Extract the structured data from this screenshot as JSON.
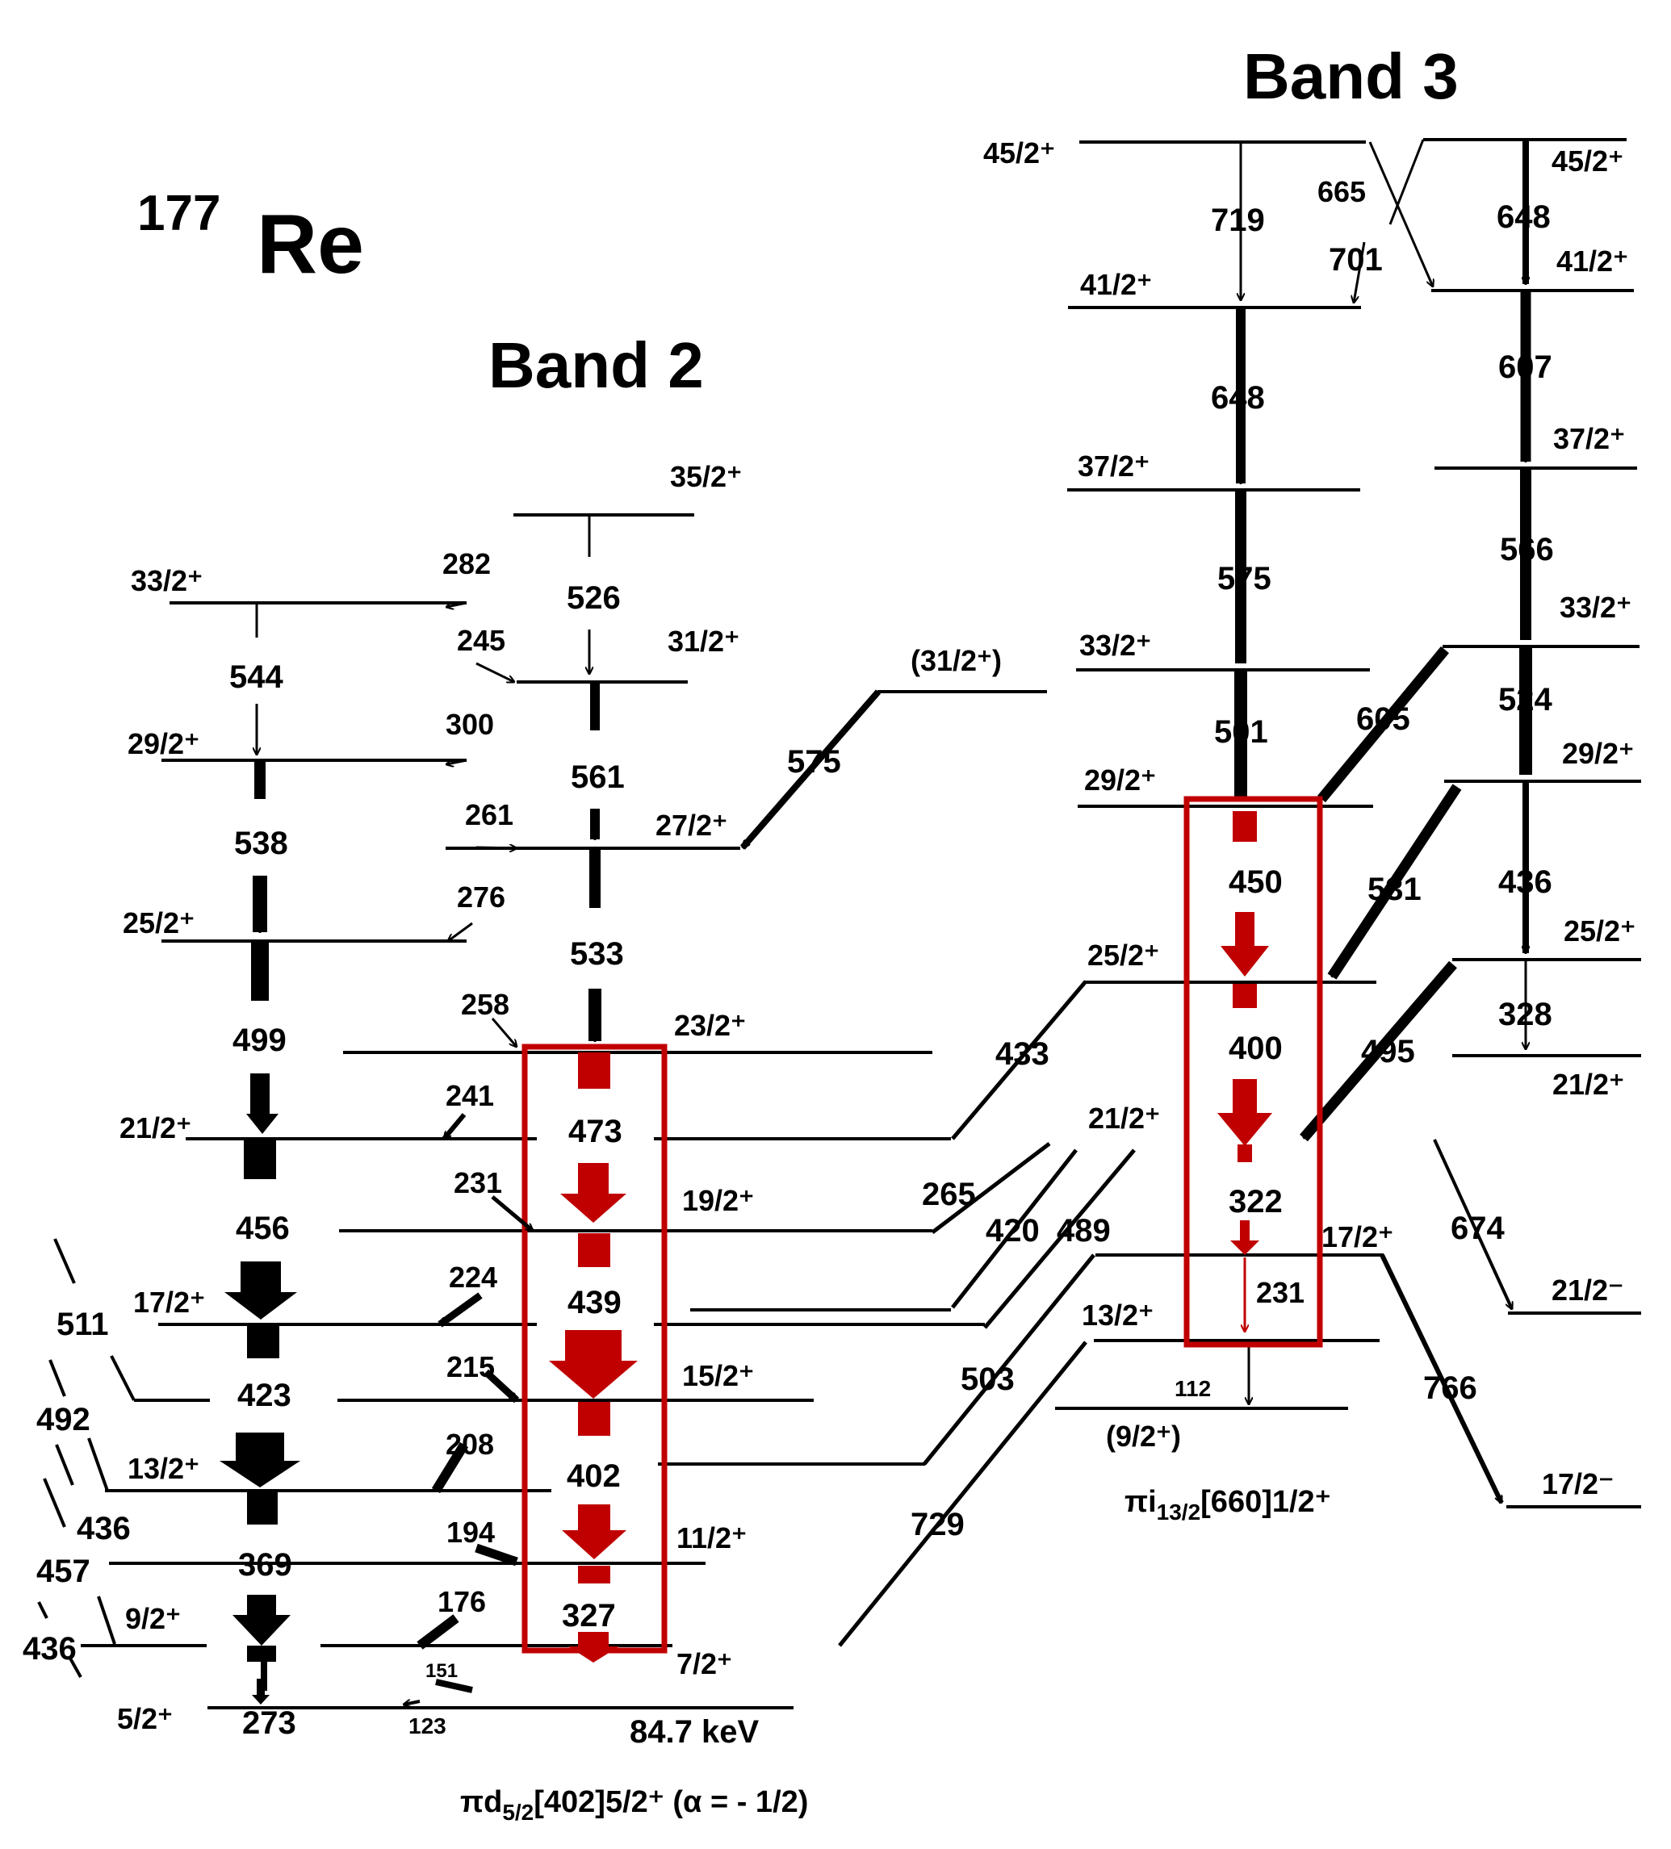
{
  "title": {
    "mass": "177",
    "element": "Re"
  },
  "band2": {
    "label": "Band 2",
    "configuration": "πd",
    "conf_sub": "5/2",
    "conf_rest": "[402]5/2⁺ (α = - 1/2)",
    "bandhead_energy": "84.7 keV"
  },
  "band3": {
    "label": "Band 3",
    "configuration": "πi",
    "conf_sub": "13/2",
    "conf_rest": "[660]1/2⁺"
  },
  "spins": {
    "s45a": "45/2⁺",
    "s45b": "45/2⁺",
    "s41a": "41/2⁺",
    "s41b": "41/2⁺",
    "s37a": "37/2⁺",
    "s37b": "37/2⁺",
    "s33a": "33/2⁺",
    "s33b": "33/2⁺",
    "s29a": "29/2⁺",
    "s29b": "29/2⁺",
    "s25a": "25/2⁺",
    "s25b": "25/2⁺",
    "s21a": "21/2⁺",
    "s21b": "21/2⁺",
    "s17a": "17/2⁺",
    "s13": "13/2⁺",
    "s9": "(9/2⁺)",
    "s21m": "21/2⁻",
    "s17m": "17/2⁻",
    "s31x": "(31/2⁺)",
    "l35": "35/2⁺",
    "l33": "33/2⁺",
    "l31": "31/2⁺",
    "l29": "29/2⁺",
    "l27": "27/2⁺",
    "l25": "25/2⁺",
    "l23": "23/2⁺",
    "l21": "21/2⁺",
    "l19": "19/2⁺",
    "l17": "17/2⁺",
    "l15": "15/2⁺",
    "l13": "13/2⁺",
    "l11": "11/2⁺",
    "l9": "9/2⁺",
    "l7": "7/2⁺",
    "l5": "5/2⁺"
  },
  "energies": {
    "e719": "719",
    "e665": "665",
    "e648a": "648",
    "e701": "701",
    "e648b": "648",
    "e607": "607",
    "e575b": "575",
    "e566": "566",
    "e501": "501",
    "e524": "524",
    "e605": "605",
    "e450": "450",
    "e531": "531",
    "e436b": "436",
    "e400": "400",
    "e328": "328",
    "e495": "495",
    "e322": "322",
    "e674": "674",
    "e231b": "231",
    "e112": "112",
    "e766": "766",
    "e575x": "575",
    "e433": "433",
    "e265": "265",
    "e420": "420",
    "e489": "489",
    "e503": "503",
    "e729": "729",
    "e526": "526",
    "e282": "282",
    "e544": "544",
    "e245": "245",
    "e300": "300",
    "e561": "561",
    "e538": "538",
    "e261": "261",
    "e276": "276",
    "e533": "533",
    "e258": "258",
    "e499": "499",
    "e241": "241",
    "e473": "473",
    "e231": "231",
    "e456": "456",
    "e224": "224",
    "e439": "439",
    "e511": "511",
    "e423": "423",
    "e215": "215",
    "e492": "492",
    "e208": "208",
    "e402": "402",
    "e436": "436",
    "e194": "194",
    "e369": "369",
    "e457": "457",
    "e176": "176",
    "e327": "327",
    "e436c": "436",
    "e151": "151",
    "e273": "273",
    "e123": "123"
  },
  "colors": {
    "black": "#000000",
    "highlight": "#c00000"
  }
}
